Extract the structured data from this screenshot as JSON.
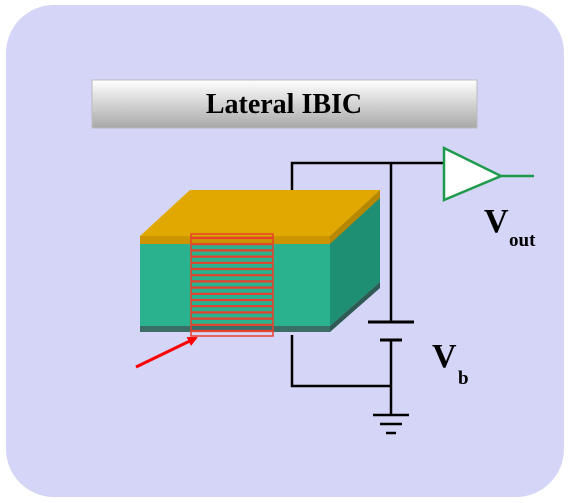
{
  "title": "Lateral IBIC",
  "labels": {
    "v_out": {
      "main": "V",
      "subscript": "out"
    },
    "v_b": {
      "main": "V",
      "subscript": "b"
    }
  },
  "colors": {
    "panel_background": "#d5d5f7",
    "title_bar_top": "#ffffff",
    "title_bar_bottom": "#a8a8a8",
    "top_electrode": "#e0a800",
    "sample_front": "#2ab28f",
    "sample_side": "#1e8f72",
    "sample_top": "#23a584",
    "bottom_electrode": "#3b6e66",
    "ion_beam_lines": "#e8402c",
    "amplifier_fill": "#ffffff",
    "amplifier_stroke": "#1f9a4d",
    "arrow": "#ff0000",
    "wire": "#000000"
  }
}
